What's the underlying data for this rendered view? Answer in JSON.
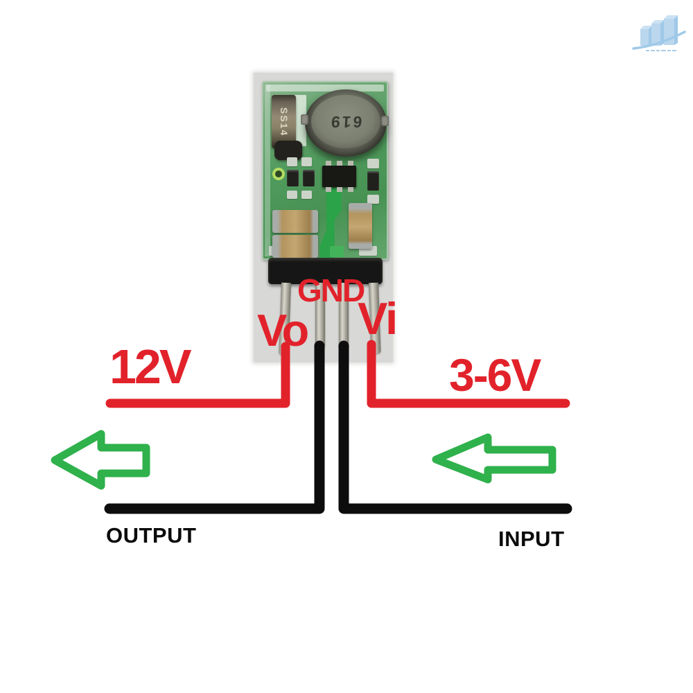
{
  "labels": {
    "gnd": "GND",
    "vo": "Vo",
    "vi": "Vi",
    "output_voltage": "12V",
    "input_voltage": "3-6V",
    "output": "OUTPUT",
    "input": "INPUT"
  },
  "module": {
    "diode_marking": "SS14",
    "inductor_marking": "619"
  },
  "pins": [
    {
      "name": "Vo",
      "wire": "12V",
      "color": "#e2222b"
    },
    {
      "name": "GND",
      "wire": "OUTPUT ground",
      "color": "#0d0d0d"
    },
    {
      "name": "GND",
      "wire": "INPUT ground",
      "color": "#0d0d0d"
    },
    {
      "name": "Vi",
      "wire": "3-6V",
      "color": "#e2222b"
    }
  ],
  "colors": {
    "wire_positive": "#e2222b",
    "wire_ground": "#0d0d0d",
    "arrow_green": "#2fb14c",
    "pcb_green": "#4f9a5c",
    "photo_background": "#d8d8d6",
    "logo_blue": "#a9cde9"
  },
  "icons": {
    "left_flow_arrow": "arrow-left-icon",
    "right_flow_arrow": "arrow-left-icon",
    "watermark": "watermark-logo"
  }
}
